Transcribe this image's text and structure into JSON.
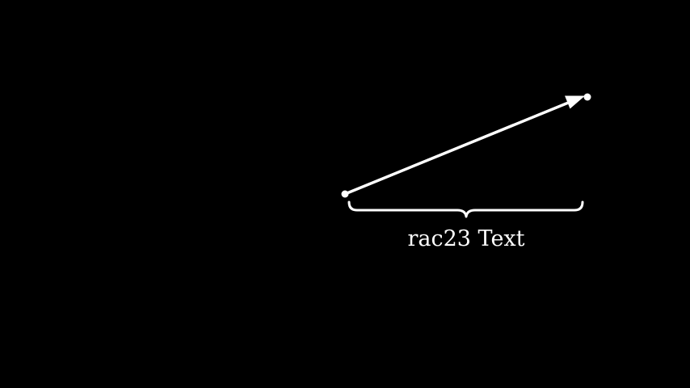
{
  "scene": {
    "background_color": "#000000",
    "foreground_color": "#ffffff",
    "vector": {
      "start_point": "dot",
      "end_point": "dot",
      "arrow_head": "triangle"
    },
    "brace": {
      "orientation": "below",
      "label": "rac23 Text"
    }
  }
}
